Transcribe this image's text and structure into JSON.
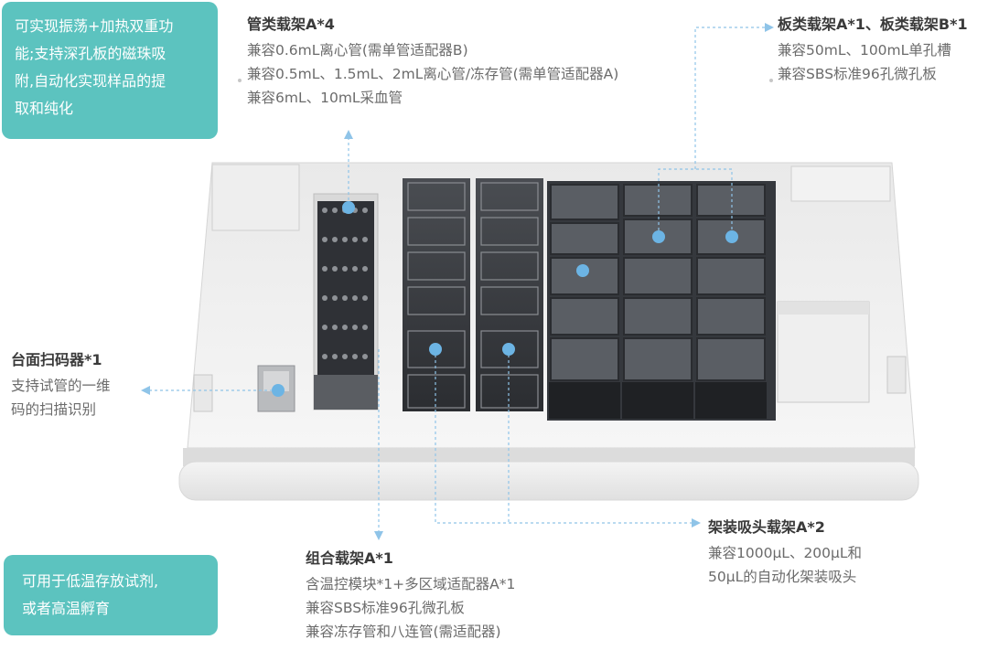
{
  "top_left_box": {
    "lines": [
      "可实现振荡+加热双重功",
      "能;支持深孔板的磁珠吸",
      "附,自动化实现样品的提",
      "取和纯化"
    ]
  },
  "bottom_left_box": {
    "lines": [
      "可用于低温存放试剂,",
      "或者高温孵育"
    ]
  },
  "tube_carrier": {
    "title": "管类载架A*4",
    "lines": [
      "兼容0.6mL离心管(需单管适配器B)",
      "兼容0.5mL、1.5mL、2mL离心管/冻存管(需单管适配器A)",
      "兼容6mL、10mL采血管"
    ]
  },
  "plate_carrier": {
    "title": "板类载架A*1、板类载架B*1",
    "lines": [
      "兼容50mL、100mL单孔槽",
      "兼容SBS标准96孔微孔板"
    ]
  },
  "scanner": {
    "title": "台面扫码器*1",
    "lines": [
      "支持试管的一维",
      "码的扫描识别"
    ]
  },
  "tip_carrier": {
    "title": "架装吸头载架A*2",
    "lines": [
      "兼容1000μL、200μL和",
      "50μL的自动化架装吸头"
    ]
  },
  "combo_carrier": {
    "title": "组合载架A*1",
    "lines": [
      "含温控模块*1+多区域适配器A*1",
      "兼容SBS标准96孔微孔板",
      "兼容冻存管和八连管(需适配器)"
    ]
  },
  "colors": {
    "teal": "#5cc3bf",
    "marker": "#6cb4e4",
    "leader": "#8fc4e8"
  }
}
